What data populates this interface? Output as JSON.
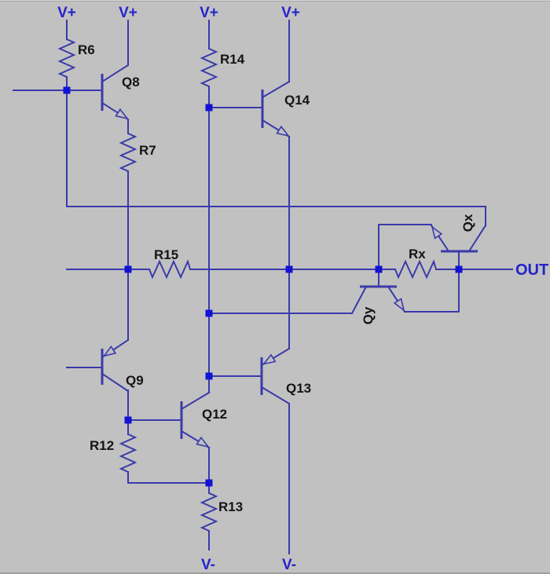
{
  "colors": {
    "background": "#c1c1c1",
    "wire": "#3a3aab",
    "junction": "#1212d6",
    "blue_text": "#2323cd",
    "black_text": "#141414"
  },
  "schematic": {
    "kind": "transistor-output-stage-circuit",
    "labels": {
      "r6": "R6",
      "r7": "R7",
      "r12": "R12",
      "r13": "R13",
      "r14": "R14",
      "r15": "R15",
      "rx": "Rx",
      "q8": "Q8",
      "q9": "Q9",
      "q12": "Q12",
      "q13": "Q13",
      "q14": "Q14",
      "qx": "Qx",
      "qy": "Qy",
      "vplus_1": "V+",
      "vplus_2": "V+",
      "vplus_3": "V+",
      "vplus_4": "V+",
      "vminus_1": "V-",
      "vminus_2": "V-",
      "out": "OUT"
    }
  }
}
